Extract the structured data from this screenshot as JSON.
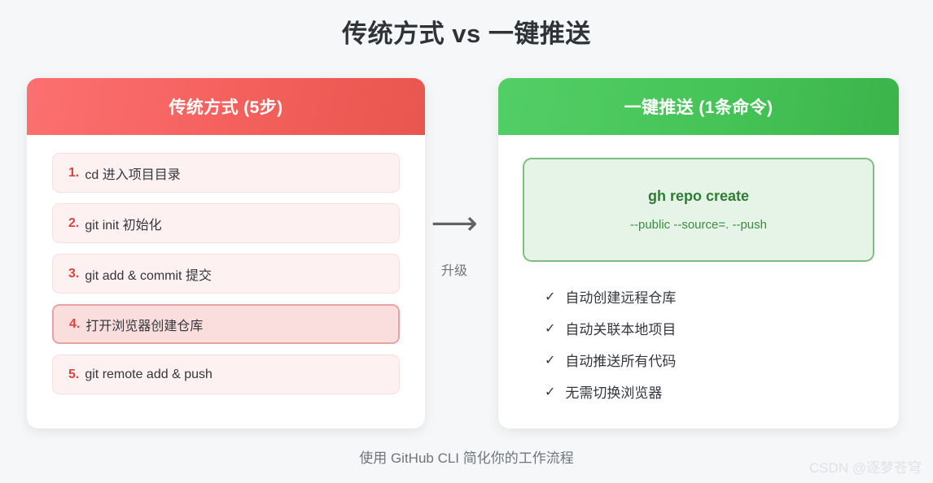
{
  "page": {
    "title": "传统方式 vs 一键推送",
    "footer_note": "使用 GitHub CLI 简化你的工作流程",
    "watermark": "CSDN @逐梦苍穹",
    "background_color": "#f6f7f9"
  },
  "middle": {
    "arrow_glyph": "⟶",
    "upgrade_label": "升级"
  },
  "traditional": {
    "header": "传统方式 (5步)",
    "header_color_from": "#fb7070",
    "header_color_to": "#e8564f",
    "number_color": "#e0413c",
    "steps": [
      {
        "num": "1.",
        "text": "cd 进入项目目录",
        "highlight": false
      },
      {
        "num": "2.",
        "text": "git init 初始化",
        "highlight": false
      },
      {
        "num": "3.",
        "text": "git add & commit 提交",
        "highlight": false
      },
      {
        "num": "4.",
        "text": "打开浏览器创建仓库",
        "highlight": true
      },
      {
        "num": "5.",
        "text": "git remote add & push",
        "highlight": false
      }
    ]
  },
  "oneclick": {
    "header": "一键推送 (1条命令)",
    "header_color_from": "#52ce66",
    "header_color_to": "#3bb44a",
    "command": {
      "main": "gh repo create",
      "flags": "--public --source=. --push",
      "box_background": "#e6f4e7",
      "box_border": "#7cc07f"
    },
    "benefits": [
      {
        "check": "✓",
        "text": "自动创建远程仓库"
      },
      {
        "check": "✓",
        "text": "自动关联本地项目"
      },
      {
        "check": "✓",
        "text": "自动推送所有代码"
      },
      {
        "check": "✓",
        "text": "无需切换浏览器"
      }
    ]
  }
}
